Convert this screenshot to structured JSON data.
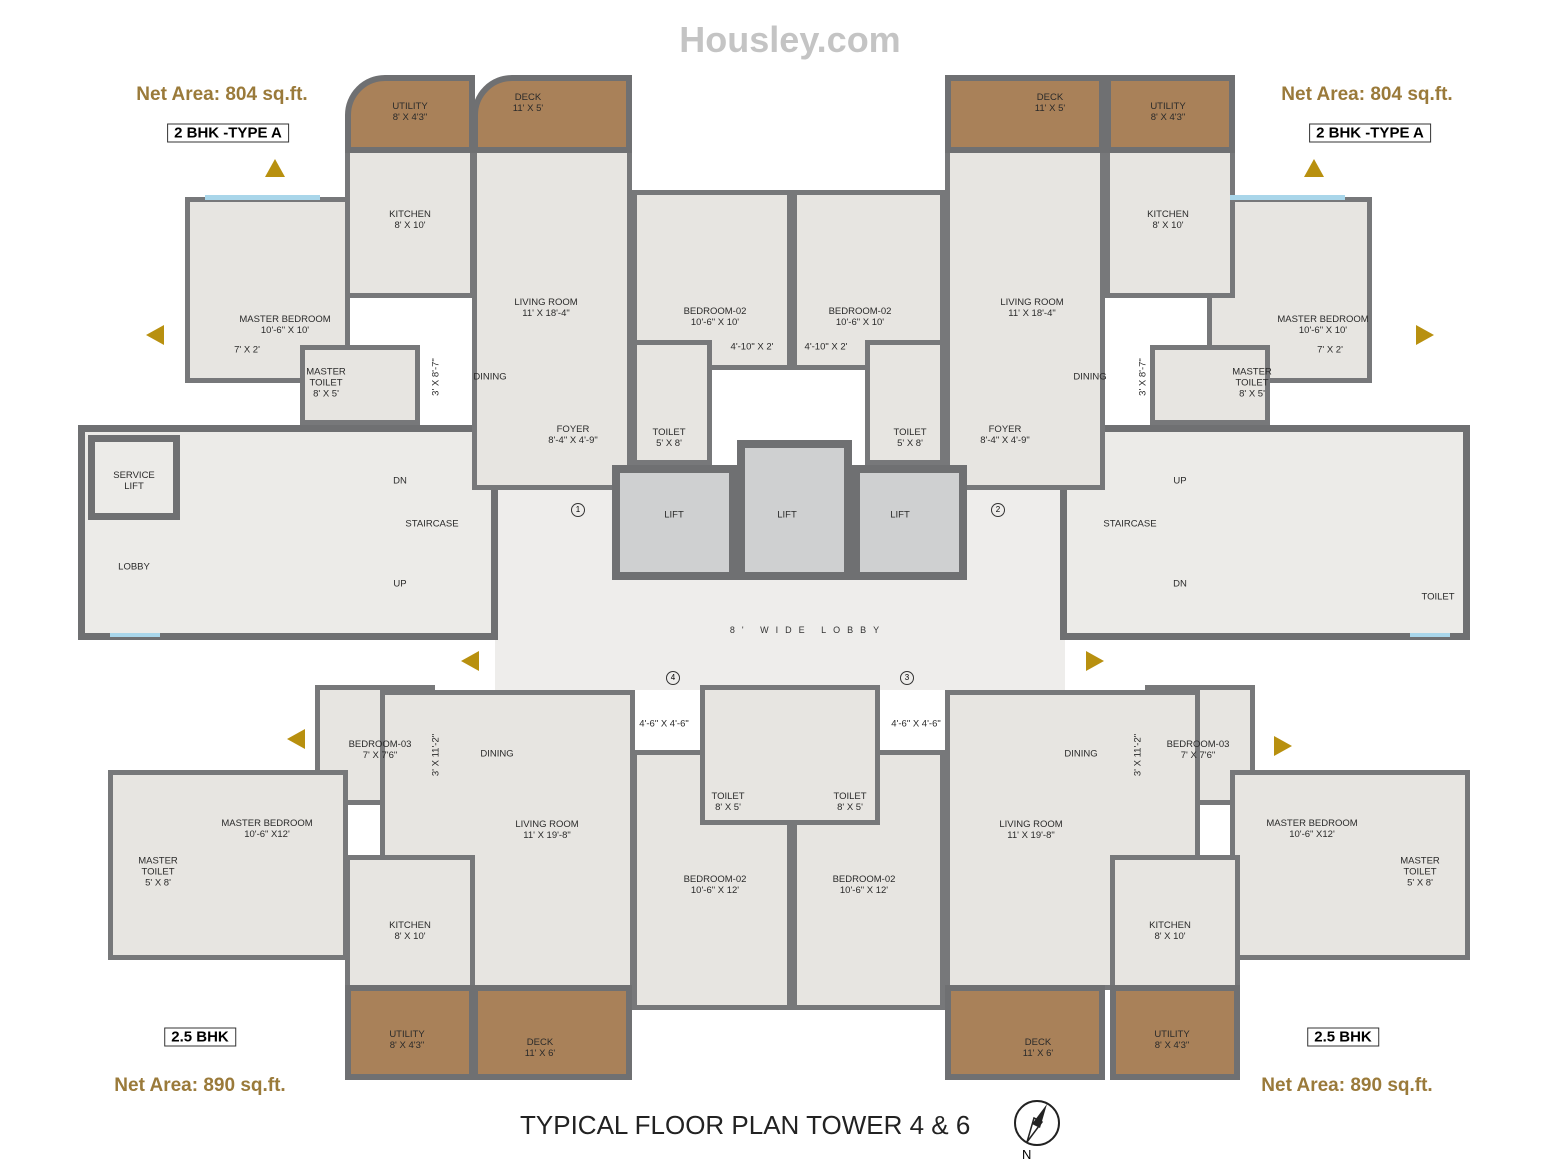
{
  "title": "TYPICAL FLOOR PLAN TOWER 4 & 6",
  "compass_label": "N",
  "watermark": "Housley.com",
  "lobby_label": "8' WIDE LOBBY",
  "colors": {
    "wall": "#6f7072",
    "deck": "#a98159",
    "area_text": "#9a7a3a",
    "arrow": "#b8900f",
    "window": "#a9d6ea"
  },
  "units": [
    {
      "net_area": "Net Area: 804  sq.ft.",
      "type": "2 BHK -TYPE A"
    },
    {
      "net_area": "Net Area: 804  sq.ft.",
      "type": "2 BHK -TYPE A"
    },
    {
      "net_area": "Net Area: 890  sq.ft.",
      "type": "2.5 BHK"
    },
    {
      "net_area": "Net Area: 890  sq.ft.",
      "type": "2.5 BHK"
    }
  ],
  "unit_numbers": [
    "1",
    "2",
    "4",
    "3"
  ],
  "labels": [
    [
      "UTILITY",
      "8' X 4'3\""
    ],
    [
      "DECK",
      "11' X 5'"
    ],
    [
      "KITCHEN",
      "8' X 10'"
    ],
    [
      "LIVING ROOM",
      "11' X 18'-4\""
    ],
    [
      "MASTER BEDROOM",
      "10'-6\" X 10'"
    ],
    [
      "7' X 2'"
    ],
    [
      "MASTER",
      "TOILET",
      "8' X 5'"
    ],
    [
      "DINING"
    ],
    [
      "FOYER",
      "8'-4\" X 4'-9\""
    ],
    [
      "BEDROOM-02",
      "10'-6\" X 10'"
    ],
    [
      "4'-10\" X 2'"
    ],
    [
      "TOILET",
      "5' X 8'"
    ],
    [
      "UTILITY",
      "8' X 4'3\""
    ],
    [
      "DECK",
      "11' X 5'"
    ],
    [
      "KITCHEN",
      "8' X 10'"
    ],
    [
      "LIVING ROOM",
      "11' X 18'-4\""
    ],
    [
      "MASTER BEDROOM",
      "10'-6\" X 10'"
    ],
    [
      "7' X 2'"
    ],
    [
      "MASTER",
      "TOILET",
      "8' X 5'"
    ],
    [
      "DINING"
    ],
    [
      "FOYER",
      "8'-4\" X 4'-9\""
    ],
    [
      "BEDROOM-02",
      "10'-6\" X 10'"
    ],
    [
      "4'-10\" X 2'"
    ],
    [
      "TOILET",
      "5' X 8'"
    ],
    [
      "LIFT"
    ],
    [
      "LIFT"
    ],
    [
      "LIFT"
    ],
    [
      "SERVICE",
      "LIFT"
    ],
    [
      "LOBBY"
    ],
    [
      "DN"
    ],
    [
      "STAIRCASE"
    ],
    [
      "UP"
    ],
    [
      "STAIRCASE"
    ],
    [
      "UP"
    ],
    [
      "DN"
    ],
    [
      "TOILET"
    ],
    [
      "BEDROOM-03",
      "7' X 7'6\""
    ],
    [
      "DINING"
    ],
    [
      "4'-6\" X 4'-6\""
    ],
    [
      "TOILET",
      "8' X 5'"
    ],
    [
      "LIVING ROOM",
      "11' X 19'-8\""
    ],
    [
      "MASTER BEDROOM",
      "10'-6\" X12'"
    ],
    [
      "MASTER",
      "TOILET",
      "5' X 8'"
    ],
    [
      "KITCHEN",
      "8' X 10'"
    ],
    [
      "BEDROOM-02",
      "10'-6\" X 12'"
    ],
    [
      "UTILITY",
      "8' X 4'3\""
    ],
    [
      "DECK",
      "11' X 6'"
    ],
    [
      "BEDROOM-03",
      "7' X 7'6\""
    ],
    [
      "DINING"
    ],
    [
      "4'-6\" X 4'-6\""
    ],
    [
      "TOILET",
      "8' X 5'"
    ],
    [
      "LIVING ROOM",
      "11' X 19'-8\""
    ],
    [
      "MASTER BEDROOM",
      "10'-6\" X12'"
    ],
    [
      "MASTER",
      "TOILET",
      "5' X 8'"
    ],
    [
      "KITCHEN",
      "8' X 10'"
    ],
    [
      "BEDROOM-02",
      "10'-6\" X 12'"
    ],
    [
      "UTILITY",
      "8' X 4'3\""
    ],
    [
      "DECK",
      "11' X 6'"
    ]
  ],
  "vertical_labels": [
    "3' X 8'-7\"",
    "3' X 8'-7\"",
    "3' X 11'-2\"",
    "3' X 11'-2\""
  ]
}
